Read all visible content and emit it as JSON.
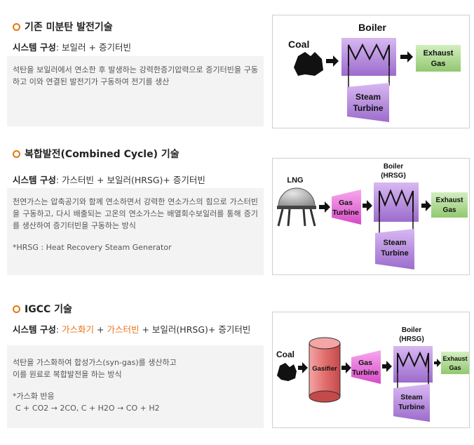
{
  "section1": {
    "title": "기존 미분탄 발전기술",
    "sys_label": "시스템 구성",
    "sys_value": ": 보일러 + 증기터빈",
    "desc": "석탄을 보일러에서 연소한 후 발생하는 강력한증기압력으로 증기터빈을 구동하고 이와 연결된 발전기가 구동하여 전기를 생산",
    "diagram": {
      "coal": "Coal",
      "boiler": "Boiler",
      "exhaust1": "Exhaust",
      "exhaust2": "Gas",
      "steam1": "Steam",
      "steam2": "Turbine"
    }
  },
  "section2": {
    "title": "복합발전(Combined Cycle) 기술",
    "sys_label": "시스템 구성",
    "sys_value": ": 가스터빈 + 보일러(HRSG)+ 증기터빈",
    "desc": "천연가스는 압축공기와 함께 연소하면서 강력한 연소가스의 힘으로 가스터빈을 구동하고, 다시 배출되는 고온의 연소가스는 배열회수보일러를 통해 증기를 생산하여 증기터빈을 구동하는 방식",
    "note": "*HRSG : Heat Recovery Steam Generator",
    "diagram": {
      "lng": "LNG",
      "gas1": "Gas",
      "gas2": "Turbine",
      "boiler1": "Boiler",
      "boiler2": "(HRSG)",
      "exhaust1": "Exhaust",
      "exhaust2": "Gas",
      "steam1": "Steam",
      "steam2": "Turbine"
    }
  },
  "section3": {
    "title": "IGCC 기술",
    "sys_label": "시스템 구성",
    "sys_sep0": ": ",
    "sys_part1": "가스화기",
    "sys_sep1": " + ",
    "sys_part2": "가스터빈",
    "sys_rest": " + 보일러(HRSG)+ 증기터빈",
    "desc1": "석탄을 가스화하여 합성가스(syn-gas)를 생산하고",
    "desc2": "이를 원료로 복합발전을 하는 방식",
    "note1": "*가스화 반응",
    "note2": "C + CO2 → 2CO, C + H2O → CO + H2",
    "diagram": {
      "coal": "Coal",
      "gasifier": "Gasifier",
      "gas1": "Gas",
      "gas2": "Turbine",
      "boiler1": "Boiler",
      "boiler2": "(HRSG)",
      "exhaust1": "Exhaust",
      "exhaust2": "Gas",
      "steam1": "Steam",
      "steam2": "Turbine"
    }
  },
  "colors": {
    "accent": "#e8741a",
    "boiler": "#b084d8",
    "exhaust": "#a8d68a",
    "gasTurbine": "#e66ad6",
    "gasifier": "#e87a7a"
  }
}
